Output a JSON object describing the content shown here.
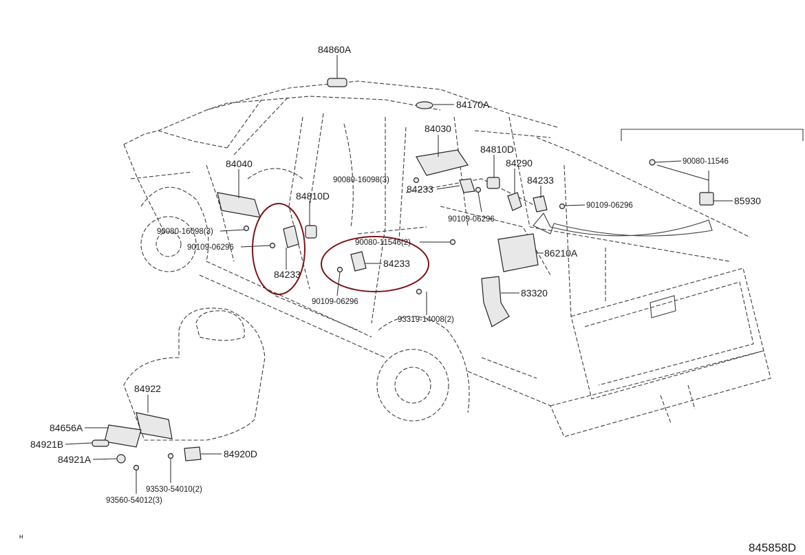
{
  "diagram_id": "845858D",
  "mark_text": "ʜ",
  "colors": {
    "line": "#3a3a3a",
    "highlight": "#7a1418",
    "text": "#1a1a1a"
  },
  "labels": {
    "p84860A": "84860A",
    "p84170A": "84170A",
    "p84030": "84030",
    "p84810D_right": "84810D",
    "p84290": "84290",
    "p84233_right": "84233",
    "p90080_16098_right": "90080-16098(3)",
    "p84233_mid": "84233",
    "p90109_06296_right": "90109-06296",
    "p90109_06296_mid": "90109-06296",
    "p84040": "84040",
    "p84810D_left": "84810D",
    "p90080_16098_left": "90080-16098(3)",
    "p90109_06296_left": "90109-06296",
    "p84233_left": "84233",
    "p90080_11546_center": "90080-11546(2)",
    "p84233_center": "84233",
    "p90109_06296_bottom": "90109-06296",
    "p86210A": "86210A",
    "p83320": "83320",
    "p93319_14008": "93319-14008(2)",
    "p90080_11546_inset": "90080-11546",
    "p85930": "85930",
    "p84922": "84922",
    "p84656A": "84656A",
    "p84921B": "84921B",
    "p84921A": "84921A",
    "p84920D": "84920D",
    "p93530_54010": "93530-54010(2)",
    "p93560_54012": "93560-54012(3)"
  }
}
